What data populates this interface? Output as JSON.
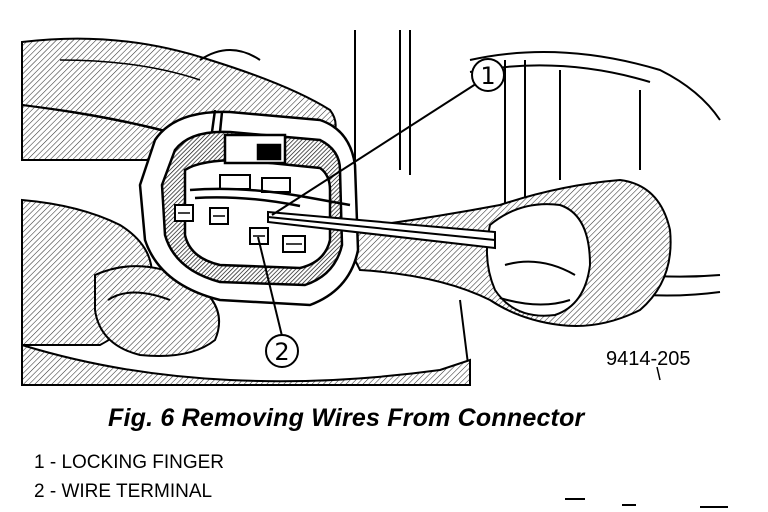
{
  "figure": {
    "caption": "Fig. 6 Removing Wires From Connector",
    "figure_code": "9414-205",
    "callouts": [
      {
        "number": "1",
        "label": "LOCKING FINGER"
      },
      {
        "number": "2",
        "label": "WIRE TERMINAL"
      }
    ],
    "legend": [
      "1 - LOCKING FINGER",
      "2 - WIRE TERMINAL"
    ]
  }
}
